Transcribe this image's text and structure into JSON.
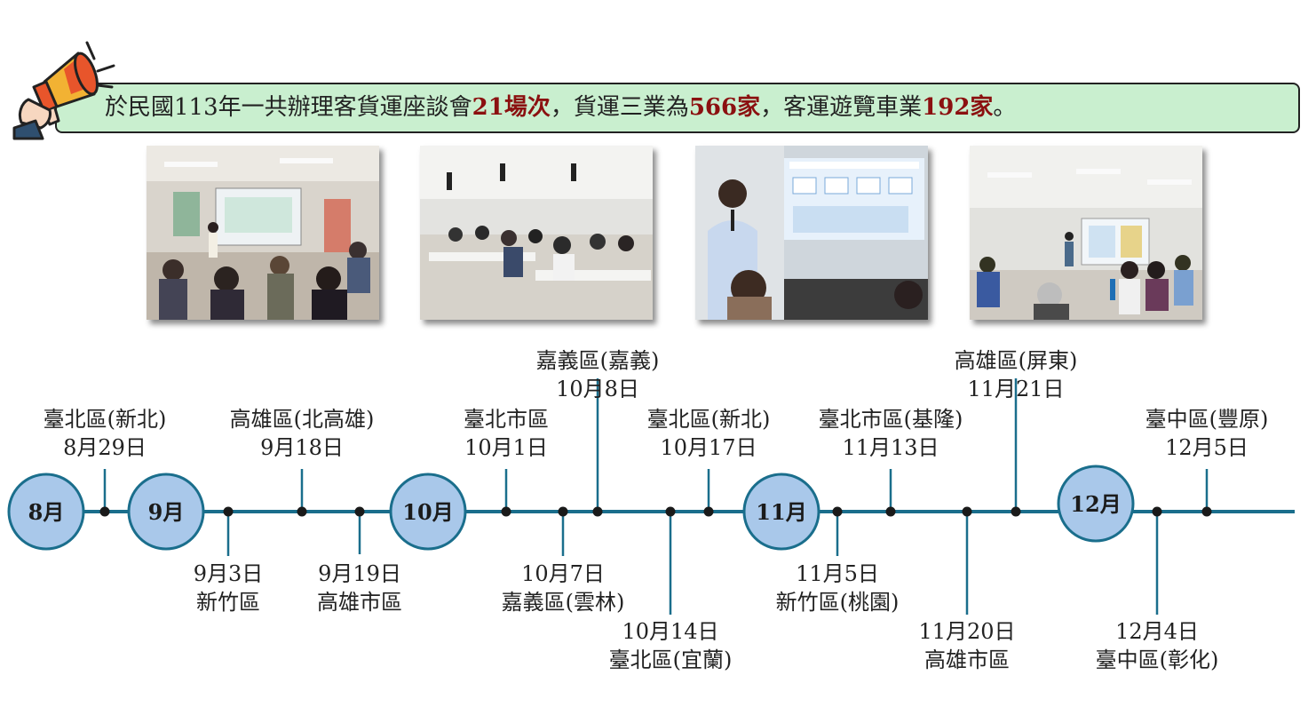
{
  "banner": {
    "parts": [
      {
        "text": "於民國113年一共辦理客貨運座談會",
        "highlight": false
      },
      {
        "text": "21場次",
        "highlight": true
      },
      {
        "text": "，貨運三業為",
        "highlight": false
      },
      {
        "text": "566家",
        "highlight": true
      },
      {
        "text": "，客運遊覽車業",
        "highlight": false
      },
      {
        "text": "192家",
        "highlight": true
      },
      {
        "text": "。",
        "highlight": false
      }
    ]
  },
  "icon": "megaphone-icon",
  "photos": [
    {
      "name": "photo-seminar-1"
    },
    {
      "name": "photo-seminar-2"
    },
    {
      "name": "photo-seminar-3"
    },
    {
      "name": "photo-seminar-4"
    }
  ],
  "colors": {
    "line": "#1a6e8c",
    "circle_fill": "#a9c8ea",
    "circle_stroke": "#1a6e8c",
    "banner_bg": "#c9efcf",
    "highlight": "#8b1010"
  },
  "months": [
    {
      "label": "8月"
    },
    {
      "label": "9月"
    },
    {
      "label": "10月"
    },
    {
      "label": "11月"
    },
    {
      "label": "12月"
    }
  ],
  "events": [
    {
      "region": "臺北區(新北)",
      "date": "8月29日"
    },
    {
      "region": "新竹區",
      "date": "9月3日"
    },
    {
      "region": "高雄區(北高雄)",
      "date": "9月18日"
    },
    {
      "region": "高雄市區",
      "date": "9月19日"
    },
    {
      "region": "臺北市區",
      "date": "10月1日"
    },
    {
      "region": "嘉義區(雲林)",
      "date": "10月7日"
    },
    {
      "region": "嘉義區(嘉義)",
      "date": "10月8日"
    },
    {
      "region": "臺北區(宜蘭)",
      "date": "10月14日"
    },
    {
      "region": "臺北區(新北)",
      "date": "10月17日"
    },
    {
      "region": "新竹區(桃園)",
      "date": "11月5日"
    },
    {
      "region": "臺北市區(基隆)",
      "date": "11月13日"
    },
    {
      "region": "高雄市區",
      "date": "11月20日"
    },
    {
      "region": "高雄區(屏東)",
      "date": "11月21日"
    },
    {
      "region": "臺中區(彰化)",
      "date": "12月4日"
    },
    {
      "region": "臺中區(豐原)",
      "date": "12月5日"
    }
  ]
}
